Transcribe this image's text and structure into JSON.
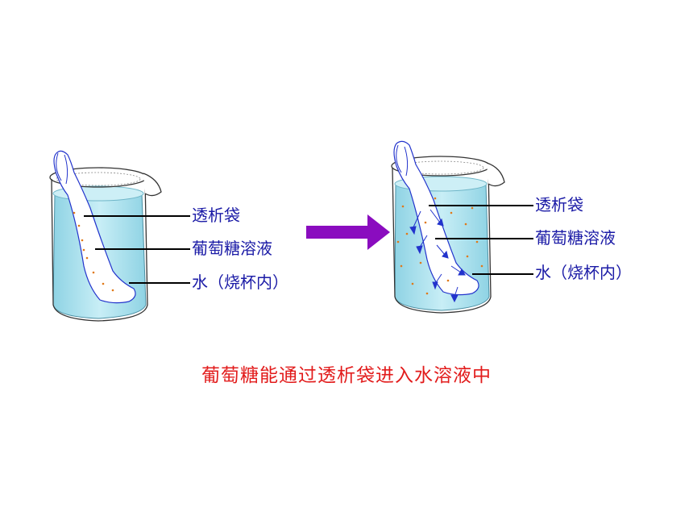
{
  "left_beaker": {
    "labels": {
      "membrane": "透析袋",
      "glucose": "葡萄糖溶液",
      "water": "水（烧杯内）"
    }
  },
  "right_beaker": {
    "labels": {
      "membrane": "透析袋",
      "glucose": "葡萄糖溶液",
      "water": "水（烧杯内）"
    }
  },
  "caption": "葡萄糖能通过透析袋进入水溶液中",
  "colors": {
    "label_text": "#1a1aa6",
    "caption_text": "#e21b1b",
    "arrow": "#8a0cbf",
    "water_fill": "#aee3ee",
    "bag_outline": "#2233cc",
    "glucose_dot": "#e07818"
  }
}
